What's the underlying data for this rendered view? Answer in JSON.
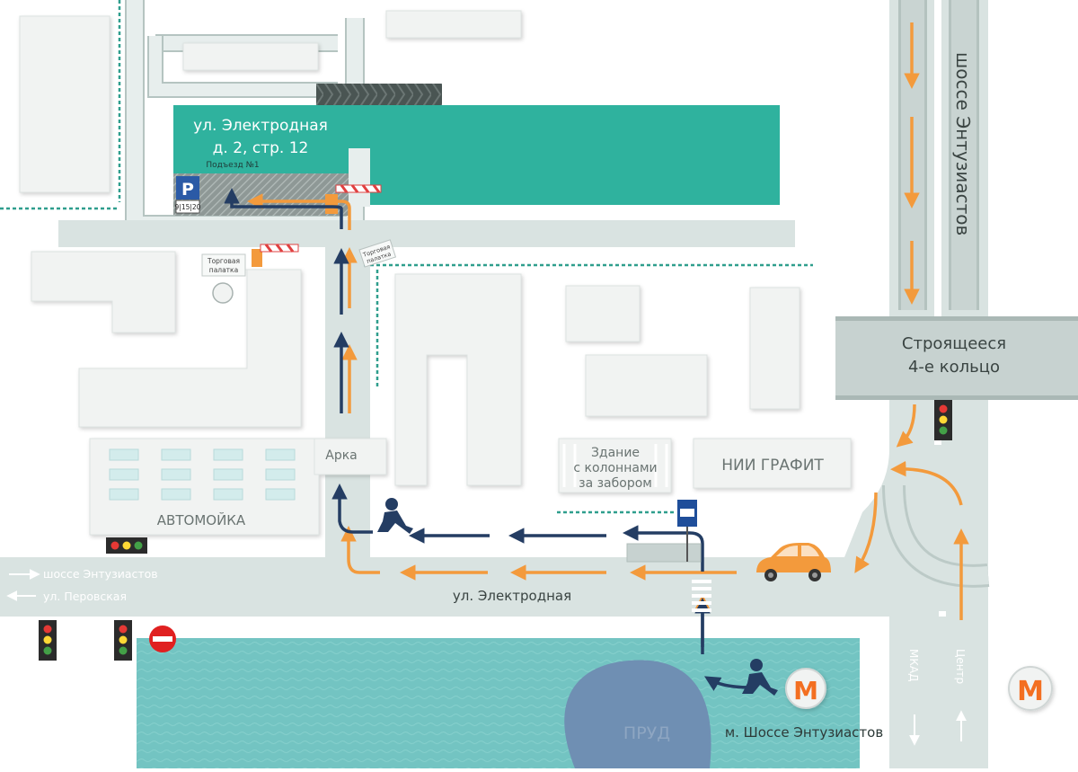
{
  "address": {
    "line1": "ул. Электродная",
    "line2": "д. 2, стр. 12",
    "entrance": "Подъезд №1"
  },
  "parking": {
    "letter": "P",
    "hours": "9|15|20"
  },
  "labels": {
    "tent_top_line1": "Торговая",
    "tent_top_line2": "палатка",
    "tent_right_line1": "Торговая",
    "tent_right_line2": "палатка",
    "arch": "Арка",
    "carwash": "АВТОМОЙКА",
    "columns_line1": "Здание",
    "columns_line2": "с колоннами",
    "columns_line3": "за забором",
    "nii": "НИИ ГРАФИТ",
    "ring_line1": "Строящееся",
    "ring_line2": "4-е кольцо",
    "highway": "шоссе Энтузиастов",
    "street": "ул. Электродная",
    "pond": "ПРУД",
    "metro_station": "м. Шоссе Энтузиастов",
    "metro_letter": "М",
    "mkad": "МКАД",
    "center": "Центр"
  },
  "legend": {
    "to_highway": "шоссе Энтузиастов",
    "to_perovskaya": "ул. Перовская"
  },
  "colors": {
    "building": "#2fb29e",
    "road": "#d9e3e1",
    "road_edge": "#b5c4c1",
    "pond": "#6f8fb3",
    "water": "#73c4c2",
    "car_route": "#f39a3c",
    "walk_route": "#243d63",
    "fence": "#2f9e8d",
    "metro": "#f36f21"
  }
}
